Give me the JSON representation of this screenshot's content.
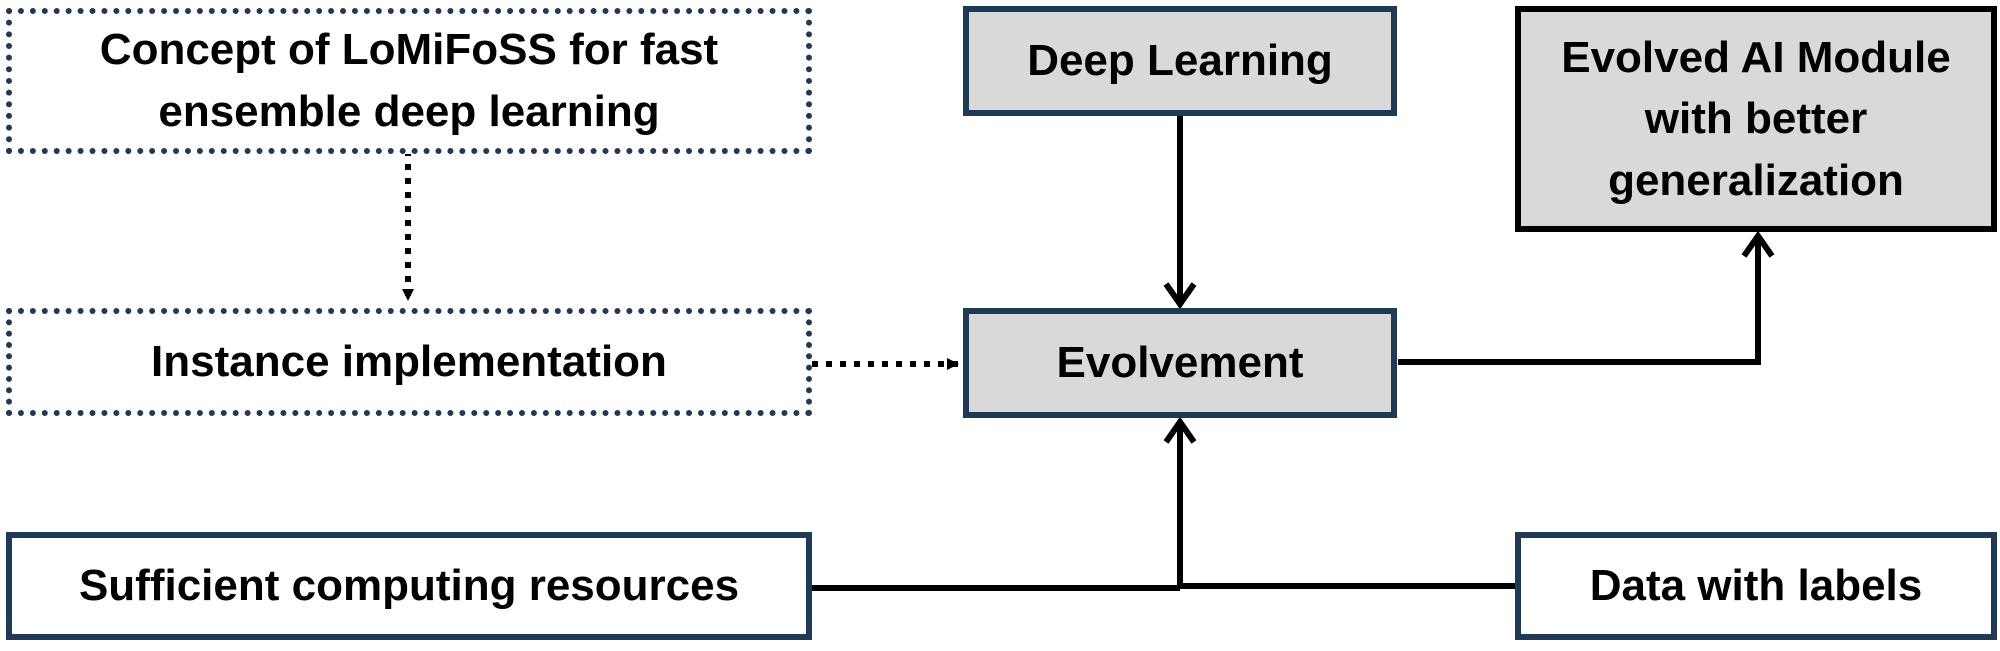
{
  "nodes": {
    "concept": "Concept of LoMiFoSS for fast ensemble deep learning",
    "instance": "Instance implementation",
    "deep_learning": "Deep Learning",
    "evolvement": "Evolvement",
    "evolved_module": "Evolved AI Module with better generalization",
    "computing": "Sufficient computing resources",
    "data": "Data with labels"
  },
  "colors": {
    "box_border": "#1f3a56",
    "highlight_border": "#000000",
    "gray_fill": "#d9d9d9",
    "white_fill": "#ffffff",
    "connector": "#000000"
  },
  "edges": [
    {
      "from": "concept",
      "to": "instance",
      "style": "dotted"
    },
    {
      "from": "instance",
      "to": "evolvement",
      "style": "dotted"
    },
    {
      "from": "deep_learning",
      "to": "evolvement",
      "style": "solid"
    },
    {
      "from": "computing",
      "to": "evolvement",
      "style": "solid"
    },
    {
      "from": "data",
      "to": "evolvement",
      "style": "solid"
    },
    {
      "from": "evolvement",
      "to": "evolved_module",
      "style": "solid"
    }
  ]
}
